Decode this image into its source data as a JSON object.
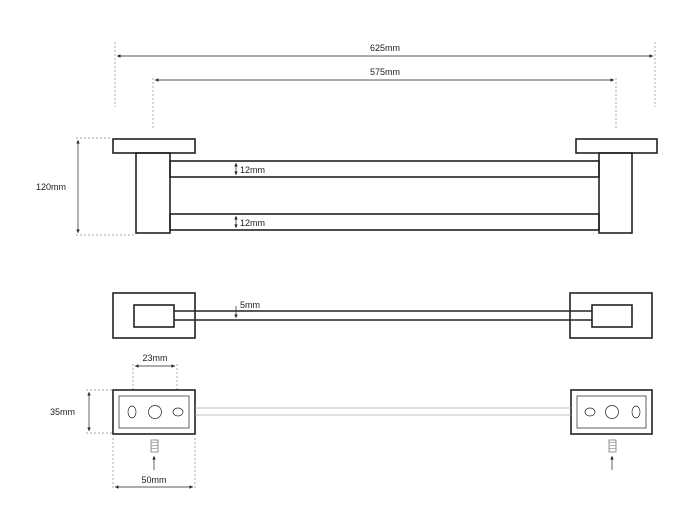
{
  "dimensions": {
    "overall_width": "625mm",
    "mounting_distance": "575mm",
    "height": "120mm",
    "upper_rail_gap": "12mm",
    "lower_rail_gap": "12mm",
    "rail_gap_top_view": "5mm",
    "hole_spacing": "23mm",
    "plate_height": "35mm",
    "plate_width": "50mm"
  }
}
